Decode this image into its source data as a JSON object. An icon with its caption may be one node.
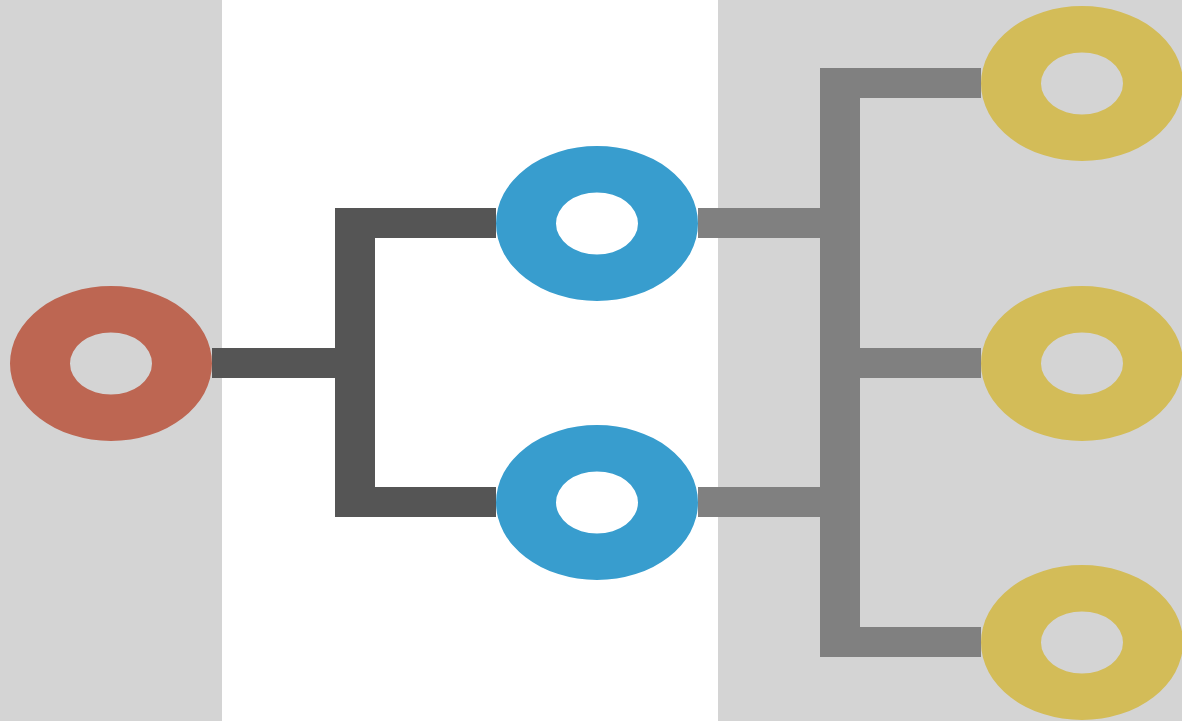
{
  "diagram": {
    "nodes": [
      {
        "text": [],
        "shape": "circle"
      },
      {
        "text": [],
        "shape": "circle"
      },
      {
        "text": [],
        "shape": "circle"
      },
      {
        "text": [],
        "shape": "circle"
      },
      {
        "text": [],
        "shape": "circle"
      },
      {
        "text": [],
        "shape": "circle"
      }
    ],
    "edges": [
      {
        "from": 0,
        "to": 1,
        "arrow": "none",
        "color": "#555555"
      },
      {
        "from": 0,
        "to": 2,
        "arrow": "none",
        "color": "#555555"
      },
      {
        "from": 1,
        "to": 3,
        "arrow": "none"
      },
      {
        "from": 1,
        "to": 4,
        "arrow": "none"
      },
      {
        "from": 1,
        "to": 5,
        "arrow": "none"
      },
      {
        "from": 2,
        "to": 3,
        "arrow": "none"
      },
      {
        "from": 2,
        "to": 4,
        "arrow": "none"
      },
      {
        "from": 2,
        "to": 5,
        "arrow": "none"
      }
    ]
  }
}
